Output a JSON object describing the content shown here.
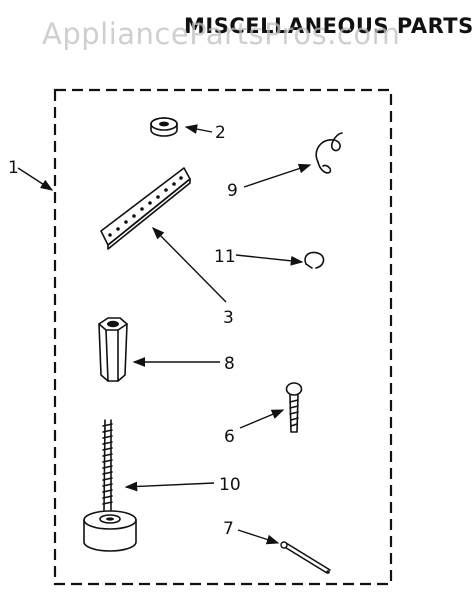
{
  "watermark": "AppliancePartsPros.com",
  "title": "MISCELLANEOUS PARTS",
  "callouts": {
    "kit": "1",
    "washer": "2",
    "bracket": "3",
    "pin": "7",
    "coupling_nut": "8",
    "clip": "9",
    "leveling_leg": "10",
    "retaining_ring": "11",
    "screw": "6"
  }
}
